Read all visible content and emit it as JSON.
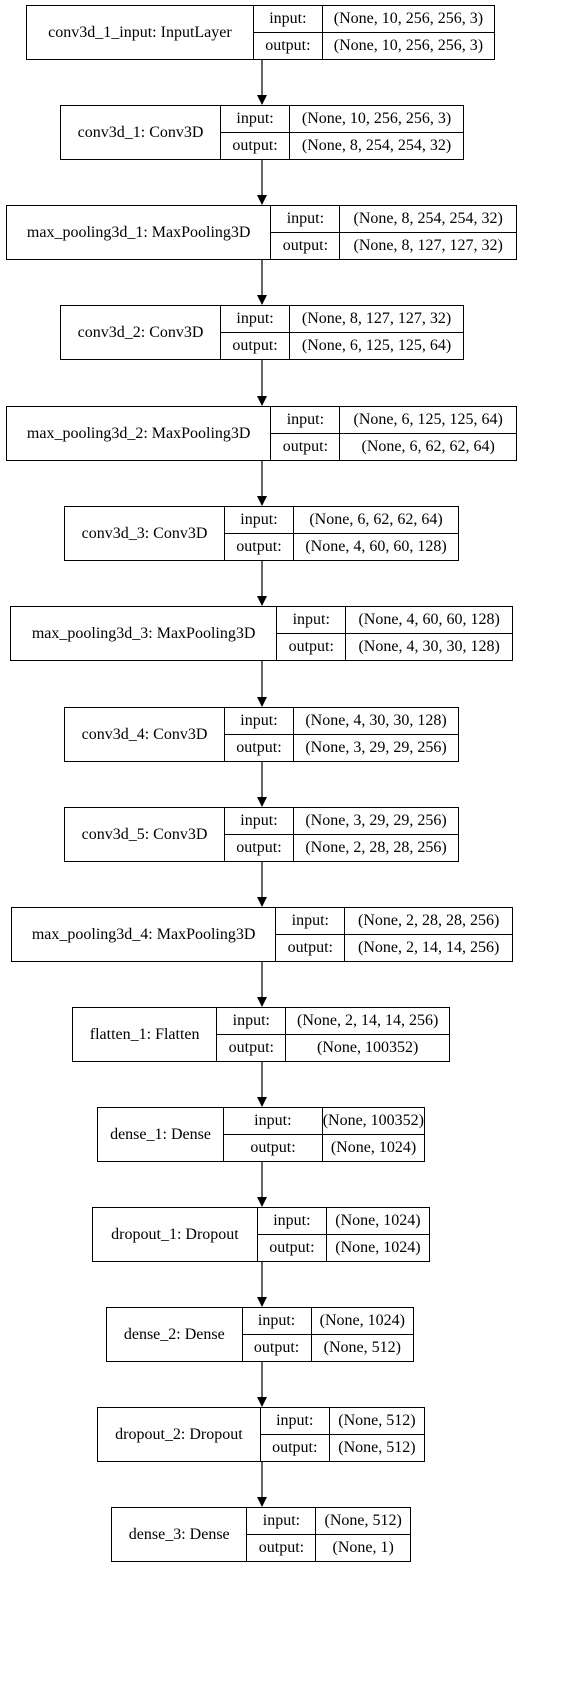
{
  "io_labels": {
    "input": "input:",
    "output": "output:"
  },
  "nodes": [
    {
      "name": "conv3d_1_input: InputLayer",
      "input": "(None, 10, 256, 256, 3)",
      "output": "(None, 10, 256, 256, 3)"
    },
    {
      "name": "conv3d_1: Conv3D",
      "input": "(None, 10, 256, 256, 3)",
      "output": "(None, 8, 254, 254, 32)"
    },
    {
      "name": "max_pooling3d_1: MaxPooling3D",
      "input": "(None, 8, 254, 254, 32)",
      "output": "(None, 8, 127, 127, 32)"
    },
    {
      "name": "conv3d_2: Conv3D",
      "input": "(None, 8, 127, 127, 32)",
      "output": "(None, 6, 125, 125, 64)"
    },
    {
      "name": "max_pooling3d_2: MaxPooling3D",
      "input": "(None, 6, 125, 125, 64)",
      "output": "(None, 6, 62, 62, 64)"
    },
    {
      "name": "conv3d_3: Conv3D",
      "input": "(None, 6, 62, 62, 64)",
      "output": "(None, 4, 60, 60, 128)"
    },
    {
      "name": "max_pooling3d_3: MaxPooling3D",
      "input": "(None, 4, 60, 60, 128)",
      "output": "(None, 4, 30, 30, 128)"
    },
    {
      "name": "conv3d_4: Conv3D",
      "input": "(None, 4, 30, 30, 128)",
      "output": "(None, 3, 29, 29, 256)"
    },
    {
      "name": "conv3d_5: Conv3D",
      "input": "(None, 3, 29, 29, 256)",
      "output": "(None, 2, 28, 28, 256)"
    },
    {
      "name": "max_pooling3d_4: MaxPooling3D",
      "input": "(None, 2, 28, 28, 256)",
      "output": "(None, 2, 14, 14, 256)"
    },
    {
      "name": "flatten_1: Flatten",
      "input": "(None, 2, 14, 14, 256)",
      "output": "(None, 100352)"
    },
    {
      "name": "dense_1: Dense",
      "input": "(None, 100352)",
      "output": "(None, 1024)"
    },
    {
      "name": "dropout_1: Dropout",
      "input": "(None, 1024)",
      "output": "(None, 1024)"
    },
    {
      "name": "dense_2: Dense",
      "input": "(None, 1024)",
      "output": "(None, 512)"
    },
    {
      "name": "dropout_2: Dropout",
      "input": "(None, 512)",
      "output": "(None, 512)"
    },
    {
      "name": "dense_3: Dense",
      "input": "(None, 512)",
      "output": "(None, 1)"
    }
  ]
}
